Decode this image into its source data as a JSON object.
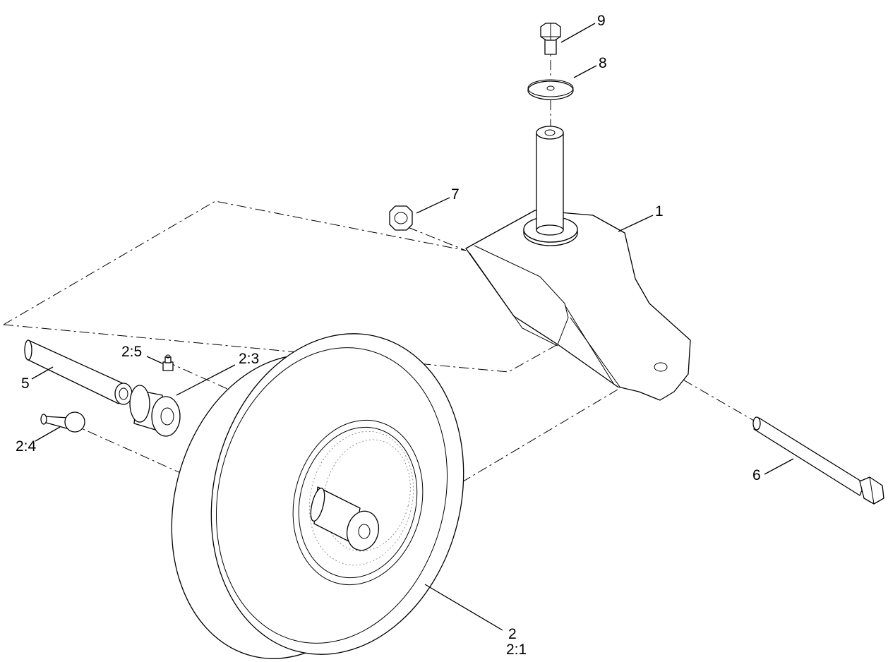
{
  "callouts": {
    "c1": "1",
    "c2": "2",
    "c2_1": "2:1",
    "c2_3": "2:3",
    "c2_4": "2:4",
    "c2_5": "2:5",
    "c5": "5",
    "c6": "6",
    "c7": "7",
    "c8": "8",
    "c9": "9"
  }
}
